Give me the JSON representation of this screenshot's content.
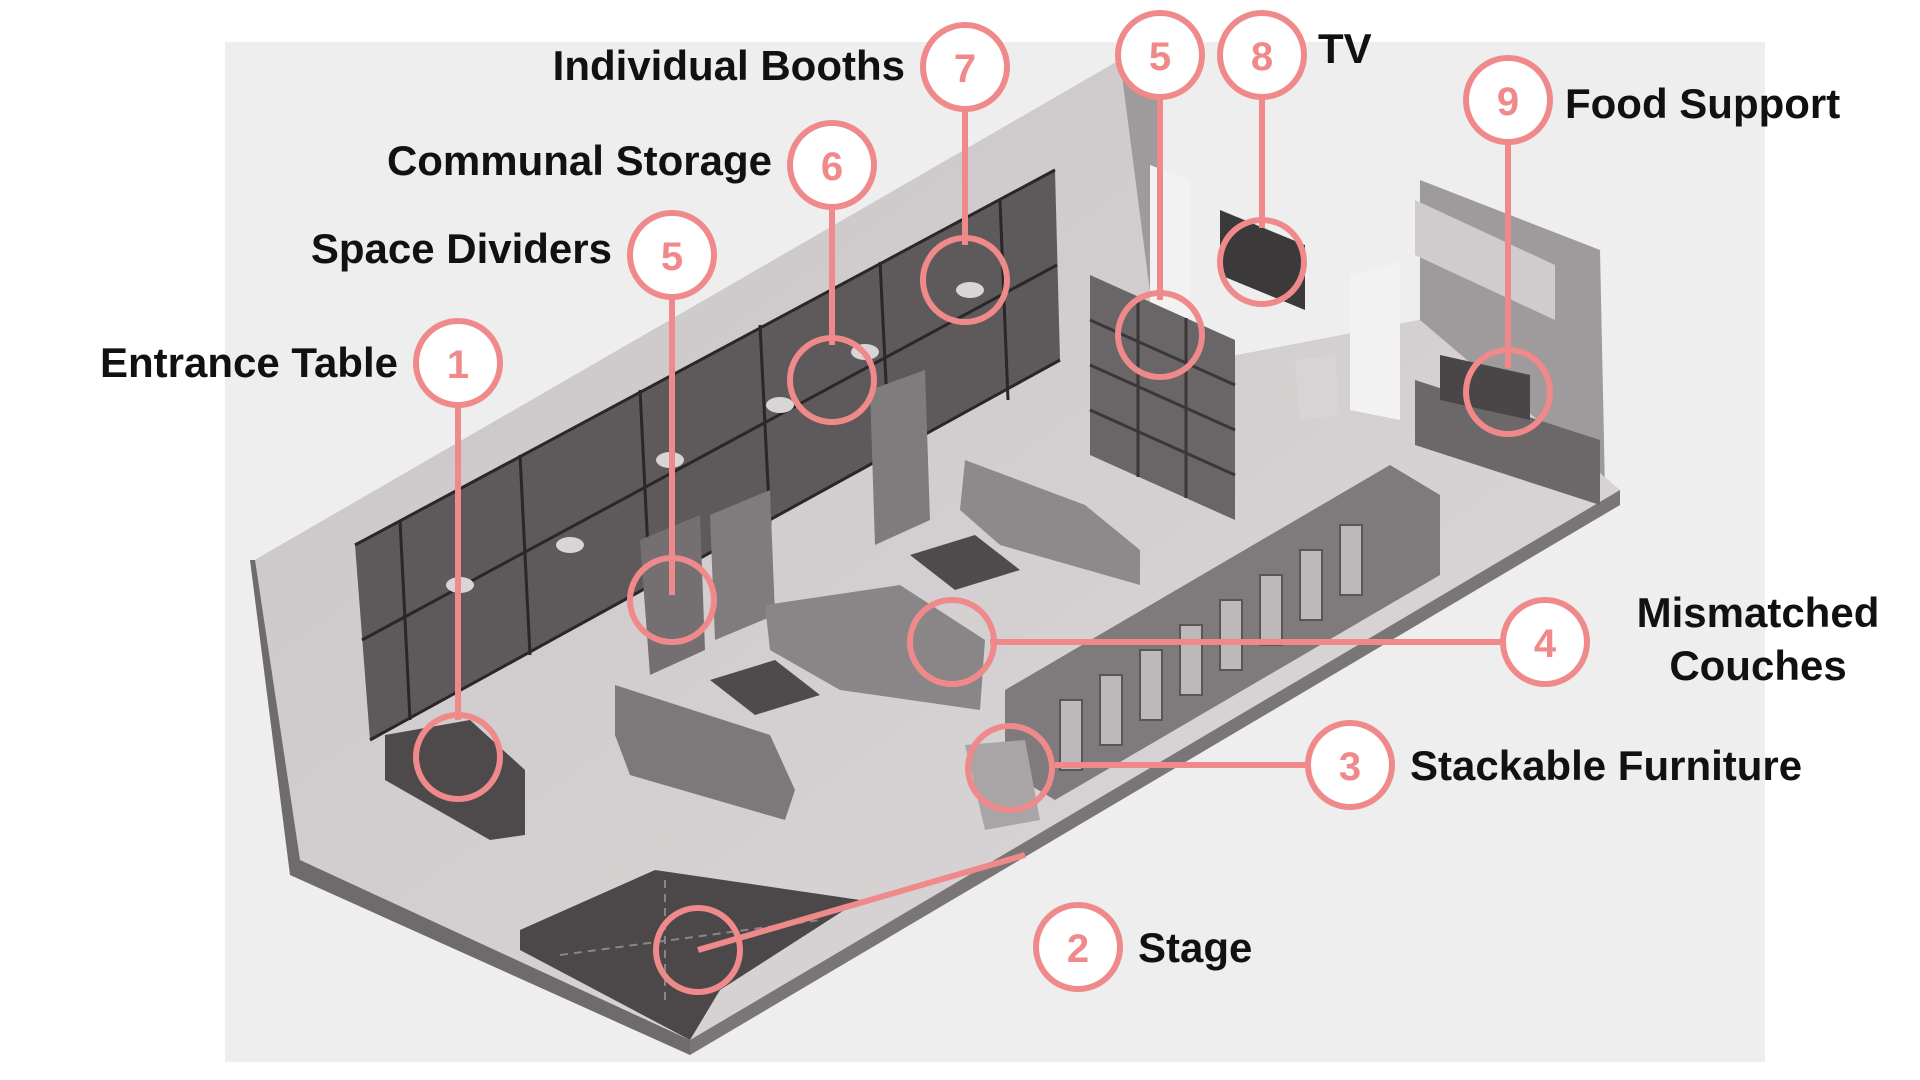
{
  "diagram": {
    "accent_color": "#f08a8a",
    "callouts": [
      {
        "id": "entrance-table",
        "number": "1",
        "label": "Entrance Table"
      },
      {
        "id": "stage",
        "number": "2",
        "label": "Stage"
      },
      {
        "id": "stackable-furniture",
        "number": "3",
        "label": "Stackable Furniture"
      },
      {
        "id": "mismatched-couches",
        "number": "4",
        "label_line1": "Mismatched",
        "label_line2": "Couches"
      },
      {
        "id": "space-dividers",
        "number": "5",
        "label": "Space Dividers"
      },
      {
        "id": "space-dividers-shelf",
        "number": "5"
      },
      {
        "id": "communal-storage",
        "number": "6",
        "label": "Communal Storage"
      },
      {
        "id": "individual-booths",
        "number": "7",
        "label": "Individual Booths"
      },
      {
        "id": "tv",
        "number": "8",
        "label": "TV"
      },
      {
        "id": "food-support",
        "number": "9",
        "label": "Food Support"
      }
    ]
  }
}
